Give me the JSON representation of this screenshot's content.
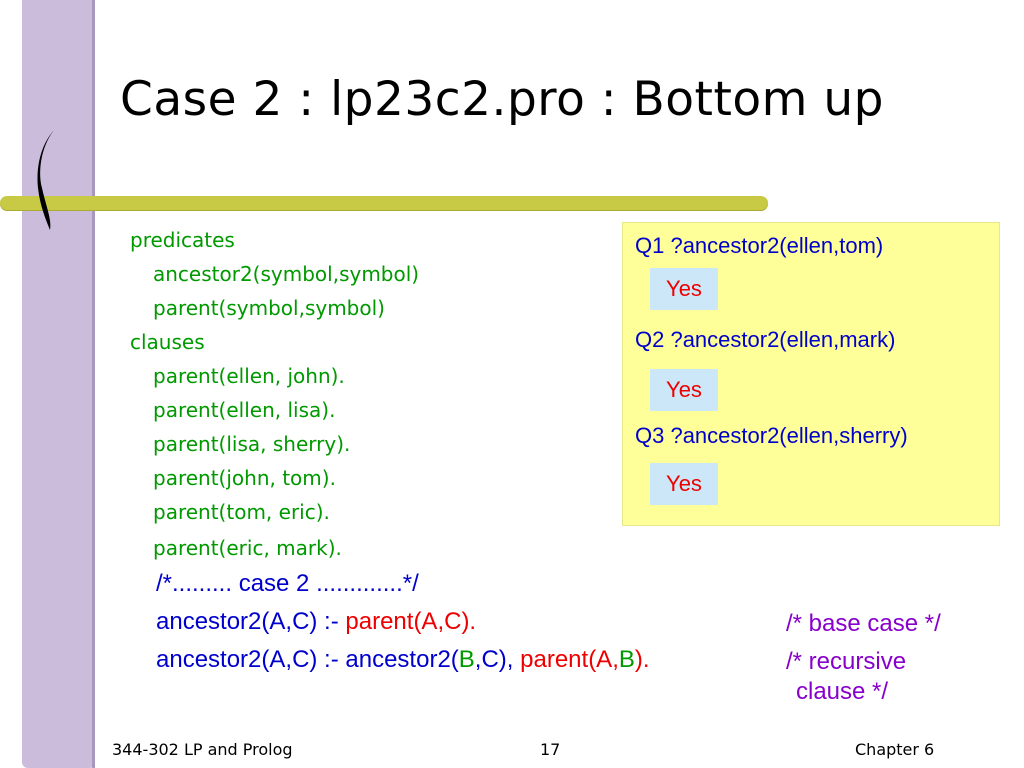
{
  "slide": {
    "title": "Case 2  :  lp23c2.pro : Bottom up",
    "code": {
      "lines": [
        "predicates",
        "ancestor2(symbol,symbol)",
        "parent(symbol,symbol)",
        "clauses",
        "parent(ellen, john).",
        "parent(ellen, lisa).",
        "parent(lisa, sherry).",
        "parent(john, tom).",
        "parent(tom, eric).",
        "parent(eric, mark)."
      ],
      "case_comment": "/*......... case 2 .............*/",
      "rule1": {
        "head": "ancestor2(A,C)",
        "neck": " :- ",
        "body": "parent(A,C).",
        "comment": "/* base case */"
      },
      "rule2": {
        "head": "ancestor2(A,C)",
        "neck": " :- ",
        "call_open": "ancestor2(",
        "var_b": "B",
        "call_rest": ",C)",
        "comma": ",",
        "body2_open": " parent(A,",
        "body2_b": "B",
        "body2_close": ").",
        "comment_line1": "/* recursive",
        "comment_line2": "clause */"
      }
    },
    "queries": [
      {
        "question": "Q1 ?ancestor2(ellen,tom)",
        "answer": "Yes"
      },
      {
        "question": "Q2 ?ancestor2(ellen,mark)",
        "answer": "Yes"
      },
      {
        "question": "Q3 ?ancestor2(ellen,sherry)",
        "answer": "Yes"
      }
    ],
    "footer": {
      "left": "344-302 LP and Prolog",
      "center": "17",
      "right": "Chapter 6"
    },
    "colors": {
      "code_green": "#009900",
      "rule_blue": "#0000cc",
      "rule_red": "#ee0000",
      "comment_purple": "#8800cc",
      "panel_yellow": "#ffff99",
      "answer_blue": "#cce8f8"
    }
  }
}
